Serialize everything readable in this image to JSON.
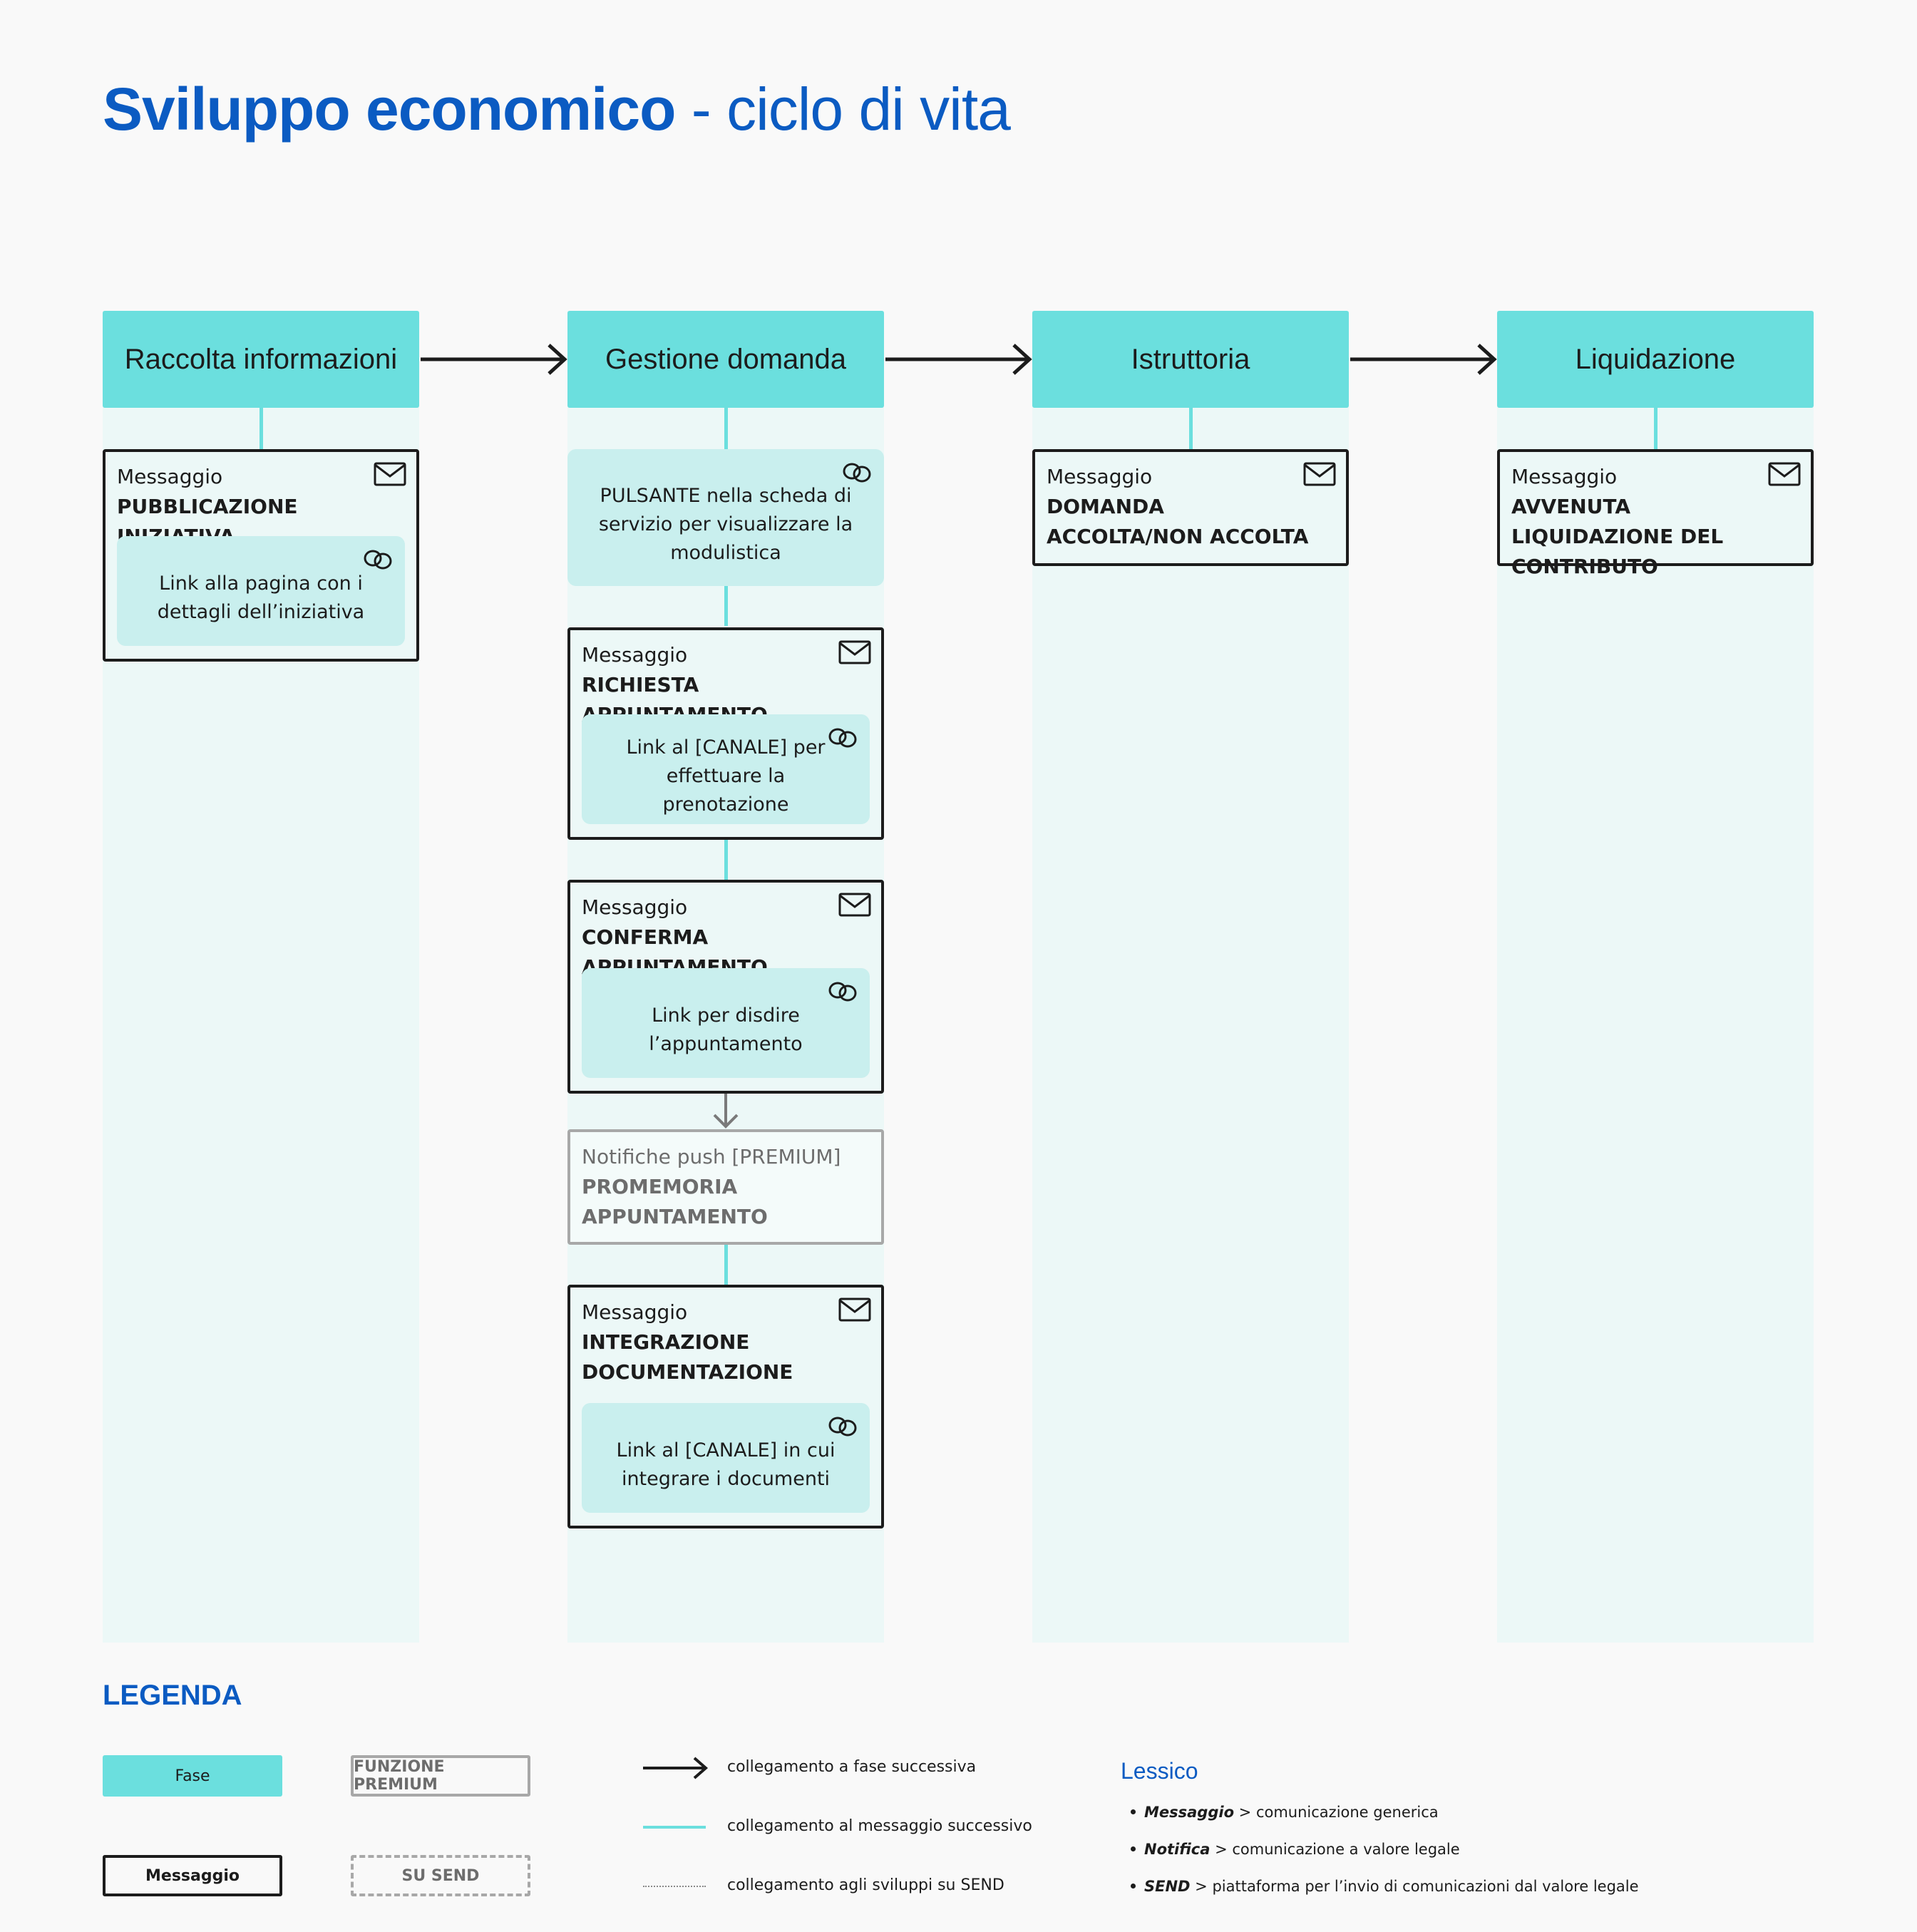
{
  "title": {
    "bold": "Sviluppo economico",
    "light": " - ciclo di vita"
  },
  "phases": [
    {
      "label": "Raccolta informazioni"
    },
    {
      "label": "Gestione domanda"
    },
    {
      "label": "Istruttoria"
    },
    {
      "label": "Liquidazione"
    }
  ],
  "col1": {
    "msg1": {
      "kind": "Messaggio",
      "name": "PUBBLICAZIONE INIZIATIVA",
      "link": "Link alla pagina con i dettagli dell’iniziativa"
    }
  },
  "col2": {
    "button_box": "PULSANTE nella scheda di servizio per visualizzare la modulistica",
    "msg1": {
      "kind": "Messaggio",
      "name": "RICHIESTA APPUNTAMENTO",
      "link": "Link al [CANALE] per effettuare la prenotazione"
    },
    "msg2": {
      "kind": "Messaggio",
      "name": "CONFERMA APPUNTAMENTO",
      "link": "Link per disdire l’appuntamento"
    },
    "premium": {
      "kind": "Notifiche push [PREMIUM]",
      "name": "PROMEMORIA APPUNTAMENTO"
    },
    "msg3": {
      "kind": "Messaggio",
      "name": "INTEGRAZIONE DOCUMENTAZIONE",
      "link": "Link al [CANALE] in cui integrare i documenti"
    }
  },
  "col3": {
    "msg1": {
      "kind": "Messaggio",
      "name": "DOMANDA ACCOLTA/NON ACCOLTA"
    }
  },
  "col4": {
    "msg1": {
      "kind": "Messaggio",
      "name": "AVVENUTA LIQUIDAZIONE DEL CONTRIBUTO"
    }
  },
  "legend": {
    "title": "LEGENDA",
    "fase": "Fase",
    "premium": "FUNZIONE PREMIUM",
    "messaggio": "Messaggio",
    "send": "SU SEND",
    "line_next_phase": "collegamento a fase successiva",
    "line_next_message": "collegamento al messaggio successivo",
    "line_send": "collegamento agli sviluppi su SEND"
  },
  "lessico": {
    "title": "Lessico",
    "items": [
      {
        "term": "Messaggio",
        "sep": " > ",
        "desc": "comunicazione generica"
      },
      {
        "term": "Notifica",
        "sep": " > ",
        "desc": "comunicazione a valore legale"
      },
      {
        "term": "SEND",
        "sep": " > ",
        "desc": "piattaforma per  l’invio di comunicazioni dal valore legale"
      }
    ]
  },
  "colors": {
    "brand_blue": "#0b5bc2",
    "phase_teal": "#6bdfde",
    "lane_bg": "#ecf8f7",
    "link_bg": "#c9efee",
    "premium_gray": "#a8a8a8"
  },
  "icons": {
    "message": "envelope-icon",
    "link": "chain-link-icon",
    "arrow": "arrow-right-icon"
  }
}
